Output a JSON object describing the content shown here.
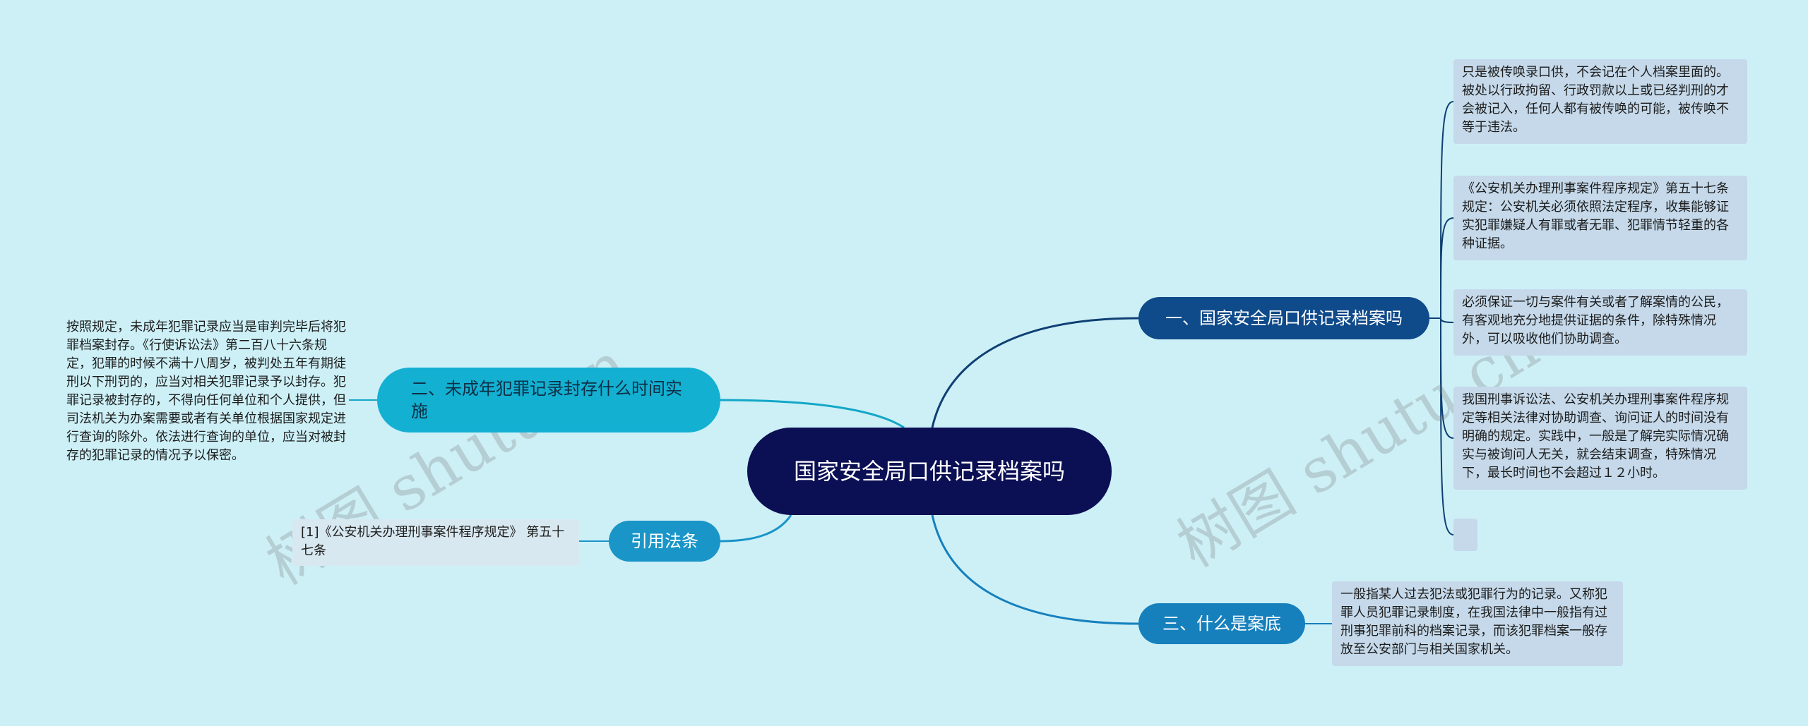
{
  "root": {
    "title": "国家安全局口供记录档案吗"
  },
  "branches": {
    "b1": {
      "label": "一、国家安全局口供记录档案吗"
    },
    "b2": {
      "label": "二、未成年犯罪记录封存什么时间实施"
    },
    "b3": {
      "label": "引用法条"
    },
    "b4": {
      "label": "三、什么是案底"
    }
  },
  "leaves": {
    "l1": "只是被传唤录口供，不会记在个人档案里面的。被处以行政拘留、行政罚款以上或已经判刑的才会被记入，任何人都有被传唤的可能，被传唤不等于违法。",
    "l2": "《公安机关办理刑事案件程序规定》第五十七条规定：公安机关必须依照法定程序，收集能够证实犯罪嫌疑人有罪或者无罪、犯罪情节轻重的各种证据。",
    "l3": "必须保证一切与案件有关或者了解案情的公民，有客观地充分地提供证据的条件，除特殊情况外，可以吸收他们协助调查。",
    "l4": "我国刑事诉讼法、公安机关办理刑事案件程序规定等相关法律对协助调查、询问证人的时间没有明确的规定。实践中，一般是了解完实际情况确实与被询问人无关，就会结束调查，特殊情况下，最长时间也不会超过１２小时。",
    "r1": "一般指某人过去犯法或犯罪行为的记录。又称犯罪人员犯罪记录制度，在我国法律中一般指有过刑事犯罪前科的档案记录，而该犯罪档案一般存放至公安部门与相关国家机关。",
    "b2_text": "按照规定，未成年犯罪记录应当是审判完毕后将犯罪档案封存。《行使诉讼法》第二百八十六条规定，犯罪的时候不满十八周岁，被判处五年有期徒刑以下刑罚的，应当对相关犯罪记录予以封存。犯罪记录被封存的，不得向任何单位和个人提供，但司法机关为办案需要或者有关单位根据国家规定进行查询的除外。依法进行查询的单位，应当对被封存的犯罪记录的情况予以保密。",
    "law": "[1]《公安机关办理刑事案件程序规定》 第五十七条"
  },
  "watermark": "树图 shutu.cn",
  "colors": {
    "background": "#cdf0f7",
    "root": "#0b0f54",
    "branch_dark": "#0f4a8a",
    "branch_light": "#13b0d2",
    "branch_mid": "#1a95c8",
    "leaf": "#c5d9ea",
    "line_dark": "#0f3f73",
    "line_teal": "#13a7c7"
  }
}
